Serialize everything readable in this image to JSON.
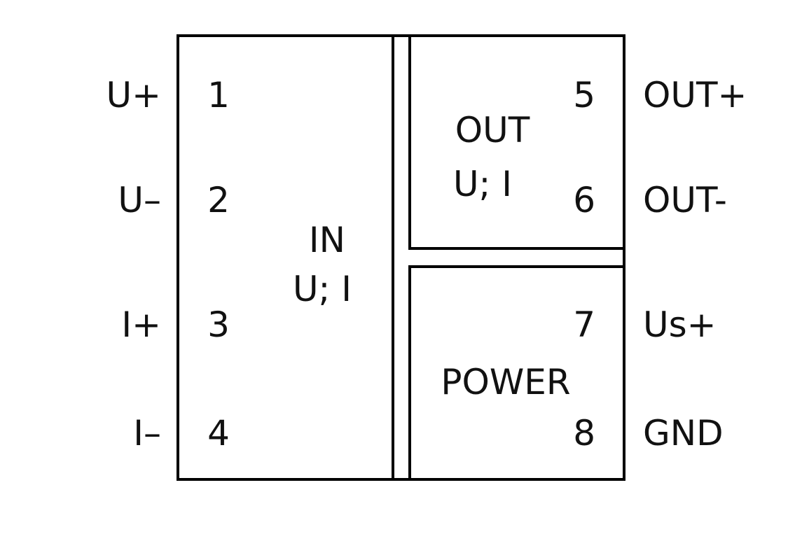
{
  "colors": {
    "line": "#000000",
    "background": "#ffffff"
  },
  "blocks": {
    "input": {
      "title": "IN",
      "subtitle": "U; I"
    },
    "output": {
      "title": "OUT",
      "subtitle": "U; I"
    },
    "power": {
      "title": "POWER"
    }
  },
  "left_terminals": [
    {
      "number": "1",
      "label": "U+"
    },
    {
      "number": "2",
      "label": "U–"
    },
    {
      "number": "3",
      "label": "I+"
    },
    {
      "number": "4",
      "label": "I–"
    }
  ],
  "right_terminals": [
    {
      "number": "5",
      "label": "OUT+"
    },
    {
      "number": "6",
      "label": "OUT-"
    },
    {
      "number": "7",
      "label": "Us+"
    },
    {
      "number": "8",
      "label": "GND"
    }
  ]
}
